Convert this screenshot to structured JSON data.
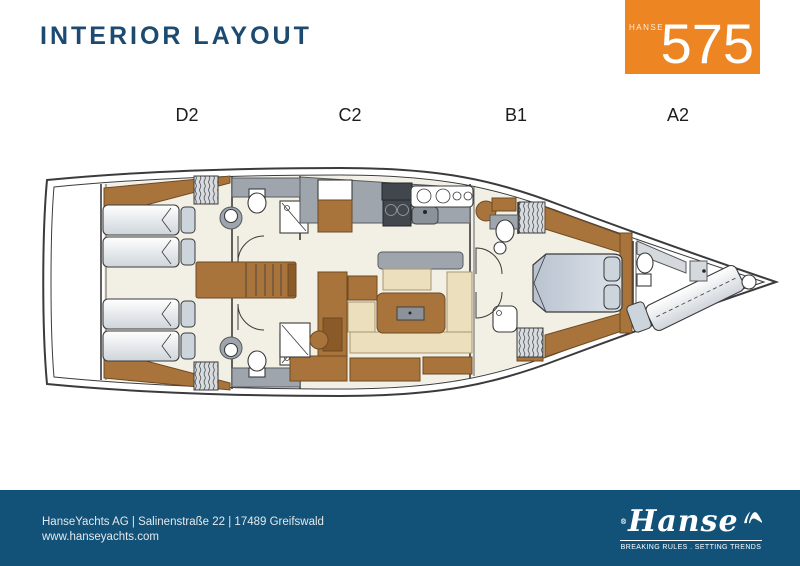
{
  "header": {
    "title": "INTERIOR LAYOUT",
    "badge": {
      "brand": "HANSE",
      "model": "575"
    }
  },
  "plan": {
    "cabin_labels": [
      {
        "code": "D2"
      },
      {
        "code": "C2"
      },
      {
        "code": "B1"
      },
      {
        "code": "A2"
      }
    ]
  },
  "footer": {
    "address": "HanseYachts AG | Salinenstraße 22 | 17489 Greifswald",
    "website": "www.hanseyachts.com",
    "logo": {
      "brand": "Hanse",
      "tagline": "BREAKING RULES . SETTING TRENDS"
    }
  },
  "colors": {
    "accent_orange": "#ee8523",
    "title_navy": "#1d4a70",
    "footer_blue": "#125278",
    "label_black": "#1c1c1c",
    "outline": "#3b3b3b",
    "wood": "#a9743c",
    "wood_dark": "#6f4a22",
    "cream": "#ecdfbd",
    "counter_gray": "#9ea5ad",
    "mattress": "#d3d8de",
    "pillow": "#ccd4dc",
    "bed": "#c6cfd9",
    "floor": "#f2efe5",
    "hatch_bg": "#d9dcdf"
  }
}
